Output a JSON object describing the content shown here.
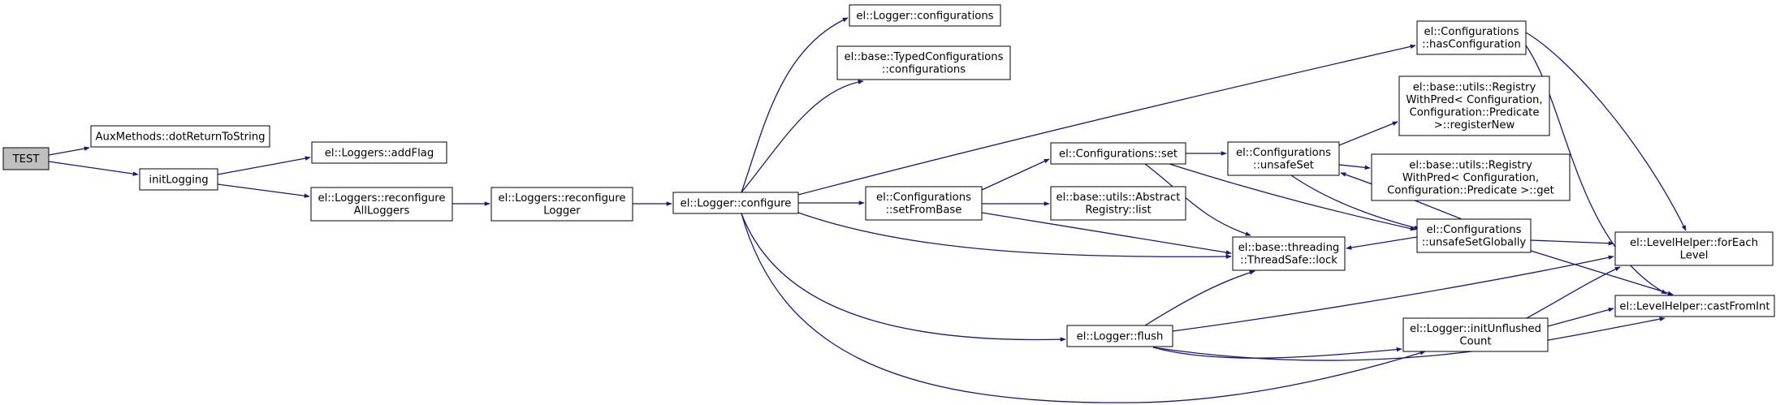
{
  "graph": {
    "edge_color": "#191970",
    "node_fill": "#ffffff",
    "root_fill": "#bfbfbf",
    "border_color": "#000000",
    "nodes": [
      {
        "id": "test",
        "lines": [
          "TEST"
        ],
        "root": true
      },
      {
        "id": "aux",
        "lines": [
          "AuxMethods::dotReturnToString"
        ]
      },
      {
        "id": "initlog",
        "lines": [
          "initLogging"
        ]
      },
      {
        "id": "addflag",
        "lines": [
          "el::Loggers::addFlag"
        ]
      },
      {
        "id": "reconfall",
        "lines": [
          "el::Loggers::reconfigure",
          "AllLoggers"
        ]
      },
      {
        "id": "reconflog",
        "lines": [
          "el::Loggers::reconfigure",
          "Logger"
        ]
      },
      {
        "id": "configure",
        "lines": [
          "el::Logger::configure"
        ]
      },
      {
        "id": "loggerconf",
        "lines": [
          "el::Logger::configurations"
        ]
      },
      {
        "id": "typedconf",
        "lines": [
          "el::base::TypedConfigurations",
          "::configurations"
        ]
      },
      {
        "id": "setfrombase",
        "lines": [
          "el::Configurations",
          "::setFromBase"
        ]
      },
      {
        "id": "confset",
        "lines": [
          "el::Configurations::set"
        ]
      },
      {
        "id": "abslist",
        "lines": [
          "el::base::utils::Abstract",
          "Registry::list"
        ]
      },
      {
        "id": "lock",
        "lines": [
          "el::base::threading",
          "::ThreadSafe::lock"
        ]
      },
      {
        "id": "flush",
        "lines": [
          "el::Logger::flush"
        ]
      },
      {
        "id": "unsafeset",
        "lines": [
          "el::Configurations",
          "::unsafeSet"
        ]
      },
      {
        "id": "hasconf",
        "lines": [
          "el::Configurations",
          "::hasConfiguration"
        ]
      },
      {
        "id": "regnew",
        "lines": [
          "el::base::utils::Registry",
          "WithPred< Configuration,",
          "Configuration::Predicate",
          ">::registerNew"
        ]
      },
      {
        "id": "regget",
        "lines": [
          "el::base::utils::Registry",
          "WithPred< Configuration,",
          "Configuration::Predicate >::get"
        ]
      },
      {
        "id": "unsafeglob",
        "lines": [
          "el::Configurations",
          "::unsafeSetGlobally"
        ]
      },
      {
        "id": "initunflushed",
        "lines": [
          "el::Logger::initUnflushed",
          "Count"
        ]
      },
      {
        "id": "foreach",
        "lines": [
          "el::LevelHelper::forEach",
          "Level"
        ]
      },
      {
        "id": "castfromint",
        "lines": [
          "el::LevelHelper::castFromInt"
        ]
      }
    ]
  }
}
